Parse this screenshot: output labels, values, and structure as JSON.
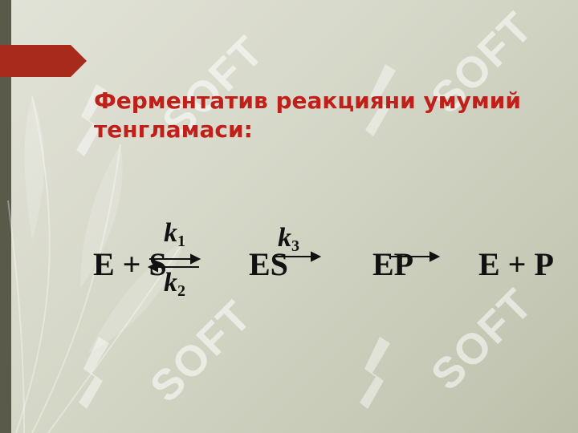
{
  "slide": {
    "title_line1": "Ферментатив реакцияни умумий",
    "title_line2": "тенгламаси:"
  },
  "equation": {
    "term1": "E + S",
    "term2": "ES",
    "term3": "EP",
    "term4": "E + P",
    "k1": "k",
    "k1_sub": "1",
    "k2": "k",
    "k2_sub": "2",
    "k3": "k",
    "k3_sub": "3"
  },
  "watermark": {
    "text": "SOFT"
  },
  "colors": {
    "title": "#c0201a",
    "accent_tab": "#a82a1c",
    "text": "#111111"
  }
}
